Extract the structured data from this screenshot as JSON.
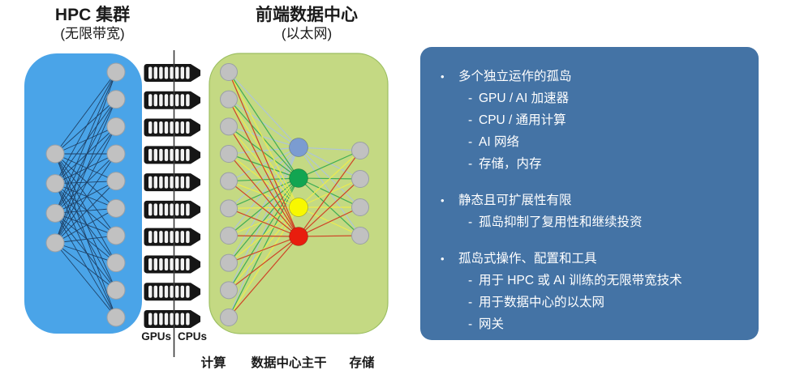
{
  "titles": {
    "hpc": {
      "title": "HPC 集群",
      "subtitle": "(无限带宽)"
    },
    "dc": {
      "title": "前端数据中心",
      "subtitle": "(以太网)"
    }
  },
  "labels": {
    "gpus": "GPUs",
    "cpus": "CPUs",
    "compute": "计算",
    "backbone": "数据中心主干",
    "storage": "存储"
  },
  "panel": {
    "bullet_glyph": "•",
    "dash_glyph": "-",
    "bullets": [
      {
        "text": "多个独立运作的孤岛",
        "subs": [
          "GPU / AI 加速器",
          "CPU / 通用计算",
          "AI 网络",
          "存储，内存"
        ]
      },
      {
        "text": "静态且可扩展性有限",
        "subs": [
          "孤岛抑制了复用性和继续投资"
        ]
      },
      {
        "text": "孤岛式操作、配置和工具",
        "subs": [
          "用于 HPC 或 AI 训练的无限带宽技术",
          "用于数据中心的以太网",
          "网关"
        ]
      }
    ]
  },
  "network": {
    "hpc_left_node_count": 4,
    "hpc_right_node_count": 10,
    "dc_left_node_count": 10,
    "dc_right_node_count": 4,
    "server_count": 10,
    "spine_node_colors": [
      "#7b9cd1",
      "#12a551",
      "#f8f800",
      "#e81d0e"
    ],
    "spine_edge_colors": [
      "#aec4d9",
      "#3fae54",
      "#ecec4e",
      "#cf4326"
    ]
  },
  "colors": {
    "hpc_box": "#4aa4e8",
    "dc_box": "#c4d983",
    "dc_box_border": "#9cbf62",
    "panel_bg": "#4473a5",
    "node_gray": "#c1c1c1",
    "node_gray_border": "#9aa0a6",
    "hpc_mesh_line": "#1c3c60",
    "server_black": "#161616",
    "server_slot": "#f2f2f2",
    "divider_line": "#3a3a3a",
    "text_dark": "#1a1a1a",
    "panel_text": "#ffffff"
  }
}
